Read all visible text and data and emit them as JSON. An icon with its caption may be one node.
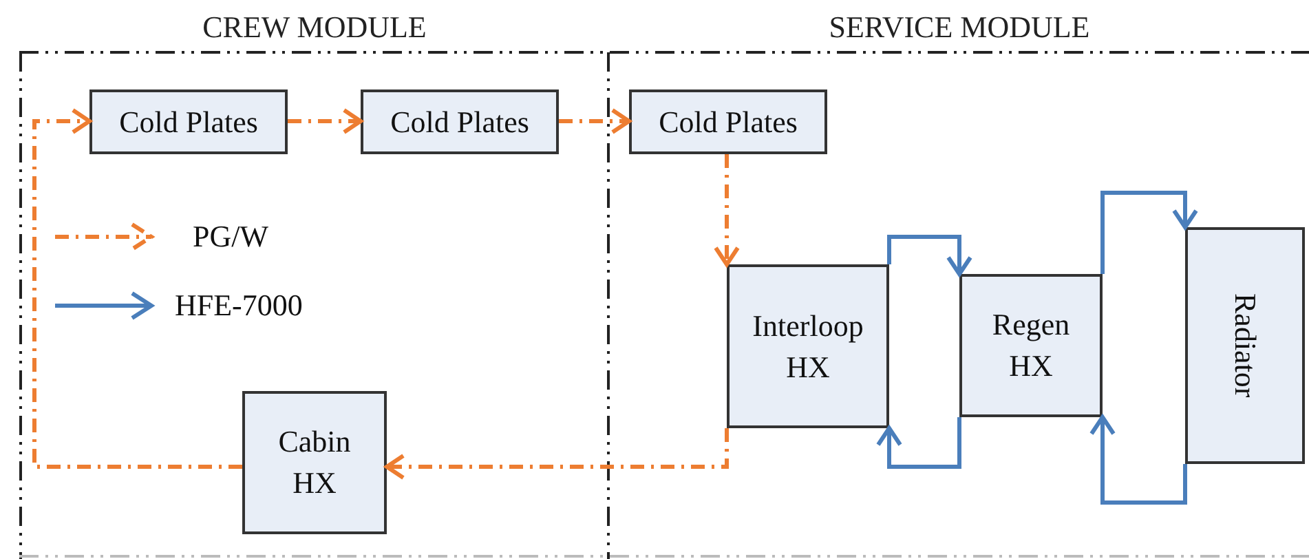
{
  "diagram": {
    "nodes": [
      {
        "text": [
          "CREW MODULE"
        ]
      },
      {
        "text": [
          "SERVICE MODULE"
        ]
      },
      {
        "text": [
          "Cold Plates"
        ],
        "in": 0
      },
      {
        "text": [
          "Cold Plates"
        ],
        "in": 0
      },
      {
        "text": [
          "Cold Plates"
        ],
        "in": 1
      },
      {
        "text": [
          "Cabin HX"
        ],
        "in": 0
      },
      {
        "text": [
          "Interloop HX"
        ],
        "in": 1
      },
      {
        "text": [
          "Regen HX"
        ],
        "in": 1
      },
      {
        "text": [
          "Radiator"
        ],
        "in": 1
      }
    ],
    "edges": [
      {
        "from": 5,
        "to": 2,
        "arrow": "to",
        "style": "dashed"
      },
      {
        "from": 2,
        "to": 3,
        "arrow": "to",
        "style": "dashed"
      },
      {
        "from": 3,
        "to": 4,
        "arrow": "to",
        "style": "dashed"
      },
      {
        "from": 4,
        "to": 6,
        "arrow": "to",
        "style": "dashed"
      },
      {
        "from": 6,
        "to": 5,
        "arrow": "to",
        "style": "dashed"
      },
      {
        "from": 6,
        "to": 7,
        "arrow": "to",
        "color": "#4a7ebb"
      },
      {
        "from": 7,
        "to": 6,
        "arrow": "to",
        "color": "#4a7ebb"
      },
      {
        "from": 7,
        "to": 8,
        "arrow": "to",
        "color": "#4a7ebb"
      },
      {
        "from": 8,
        "to": 7,
        "arrow": "to",
        "color": "#4a7ebb"
      }
    ],
    "legend": [
      {
        "text": "PG/W"
      },
      {
        "text": "HFE-7000"
      }
    ]
  }
}
